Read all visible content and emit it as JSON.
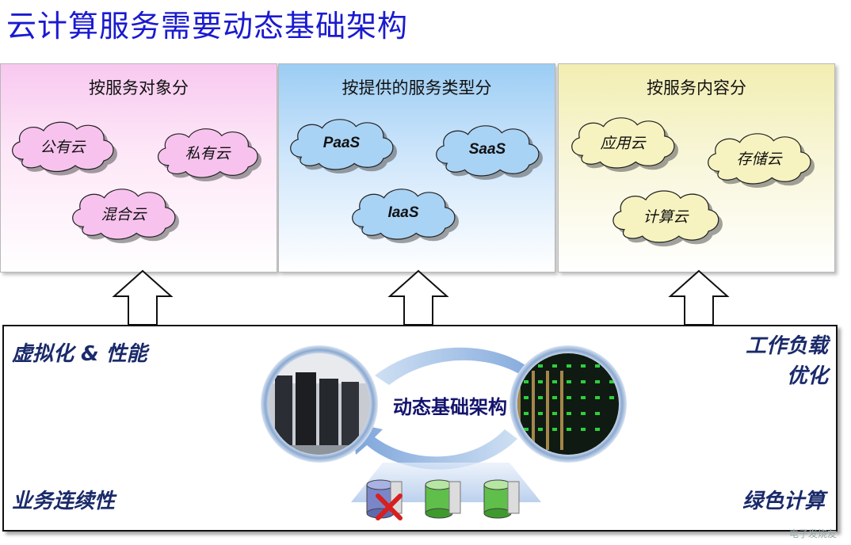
{
  "title": "云计算服务需要动态基础架构",
  "panels": [
    {
      "title": "按服务对象分",
      "clouds": [
        "公有云",
        "私有云",
        "混合云"
      ]
    },
    {
      "title": "按提供的服务类型分",
      "clouds": [
        "PaaS",
        "SaaS",
        "IaaS"
      ]
    },
    {
      "title": "按服务内容分",
      "clouds": [
        "应用云",
        "存储云",
        "计算云"
      ]
    }
  ],
  "bottom": {
    "top_left": "虚拟化 & 性能",
    "top_right_line1": "工作负载",
    "top_right_line2": "优化",
    "bottom_left": "业务连续性",
    "bottom_right": "绿色计算",
    "center_label": "动态基础架构"
  },
  "watermark": "电子发烧友",
  "colors": {
    "title": "#1a1ad0",
    "panel1_cloud": "#f7c3ee",
    "panel2_cloud": "#a9d3f5",
    "panel3_cloud": "#f6f3c0",
    "corner_text": "#1a2a6a"
  },
  "icons": [
    "server-room-photo-icon",
    "datacenter-led-photo-icon",
    "database-error-icon",
    "database-green-icon",
    "database-green-icon"
  ]
}
